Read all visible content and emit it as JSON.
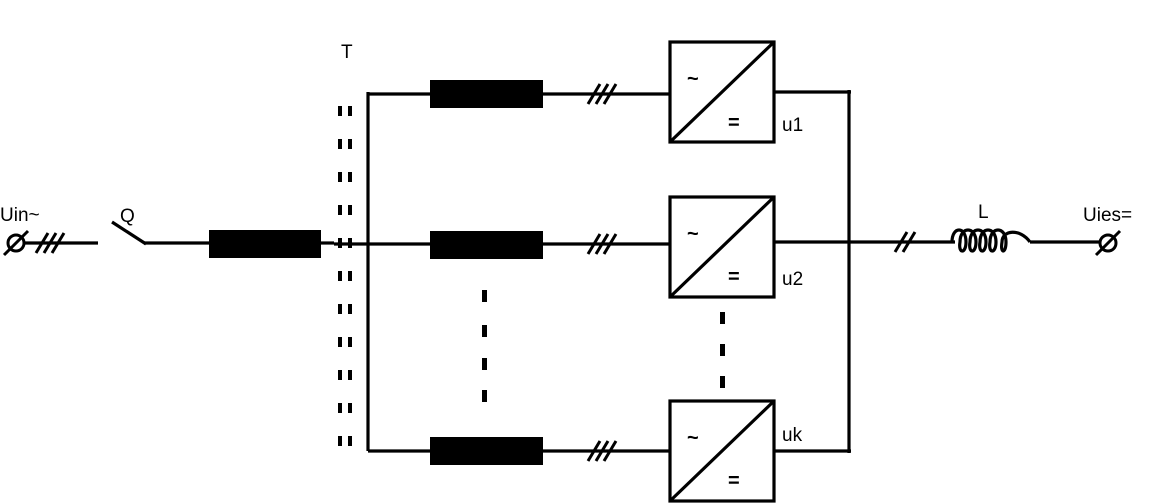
{
  "labels": {
    "input": "Uin~",
    "switch": "Q",
    "transformer": "T",
    "inductor": "L",
    "output": "Uies="
  },
  "converters": [
    {
      "label": "u1",
      "ac_symbol": "~",
      "dc_symbol": "="
    },
    {
      "label": "u2",
      "ac_symbol": "~",
      "dc_symbol": "="
    },
    {
      "label": "uk",
      "ac_symbol": "~",
      "dc_symbol": "="
    }
  ],
  "colors": {
    "line": "#000000",
    "background": "#ffffff"
  }
}
